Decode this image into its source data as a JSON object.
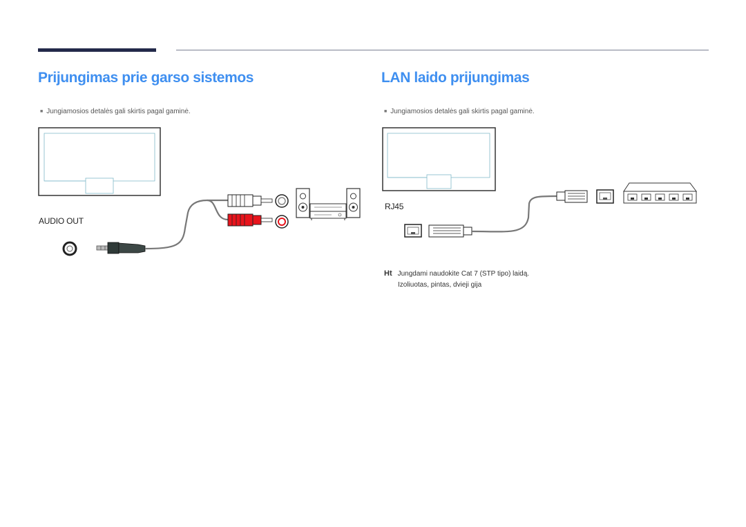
{
  "left_section": {
    "title": "Prijungimas prie garso sistemos",
    "note": "Jungiamosios detalės gali skirtis pagal gaminė.",
    "port_label": "AUDIO OUT"
  },
  "right_section": {
    "title": "LAN laido prijungimas",
    "note": "Jungiamosios detalės gali skirtis pagal gaminė.",
    "port_label": "RJ45",
    "cable_note_mark": "Ht",
    "cable_note_line1": "Jungdami naudokite Cat 7 (STP tipo) laidą.",
    "cable_note_line2": "Izoliuotas, pintas, dvieji gija"
  },
  "colors": {
    "title_blue": "#3f8ff0",
    "rule_dark": "#23294a",
    "rca_red": "#e8141c",
    "screen_outline": "#7fb9c9"
  },
  "icons": [
    "display-rear-icon",
    "audio-jack-port-icon",
    "stereo-mini-plug-icon",
    "rca-plugs-icon",
    "rca-ports-icon",
    "stereo-system-icon",
    "lan-port-icon",
    "rj45-plug-icon",
    "network-switch-icon"
  ]
}
